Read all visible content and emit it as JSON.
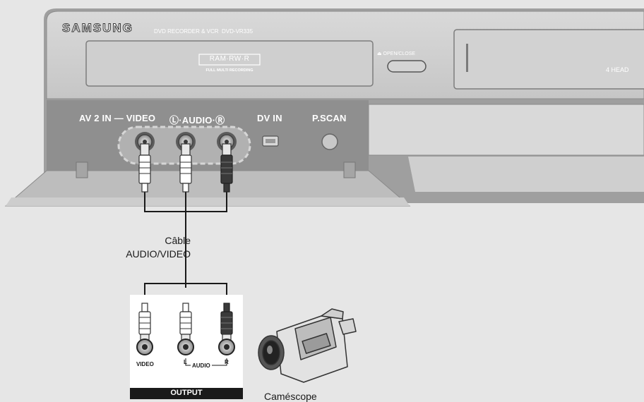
{
  "device": {
    "brand": "SAMSUNG",
    "model_text": "DVD RECORDER & VCR  DVD-VR335",
    "disc_logo": "RAM·RW·R",
    "disc_subtitle": "FULL MULTI RECORDING",
    "open_close_label": "⏏ OPEN/CLOSE",
    "head_label": "4 HEAD"
  },
  "front_panel": {
    "av2_label": "AV 2 IN — VIDEO",
    "audio_label": "Ⓛ·AUDIO·Ⓡ",
    "dv_label": "DV IN",
    "pscan_label": "P.SCAN"
  },
  "cable": {
    "label_line1": "Câble",
    "label_line2": "AUDIO/VIDEO"
  },
  "output_panel": {
    "video_label": "VIDEO",
    "l_label": "L",
    "r_label": "R",
    "audio_label": "AUDIO",
    "output_label": "OUTPUT"
  },
  "camcorder": {
    "label": "Caméscope"
  },
  "colors": {
    "background": "#e6e6e6",
    "body": "#cccccc",
    "panel": "#8f8f8f",
    "output_bg": "#ffffff",
    "output_bar": "#1a1a1a"
  }
}
